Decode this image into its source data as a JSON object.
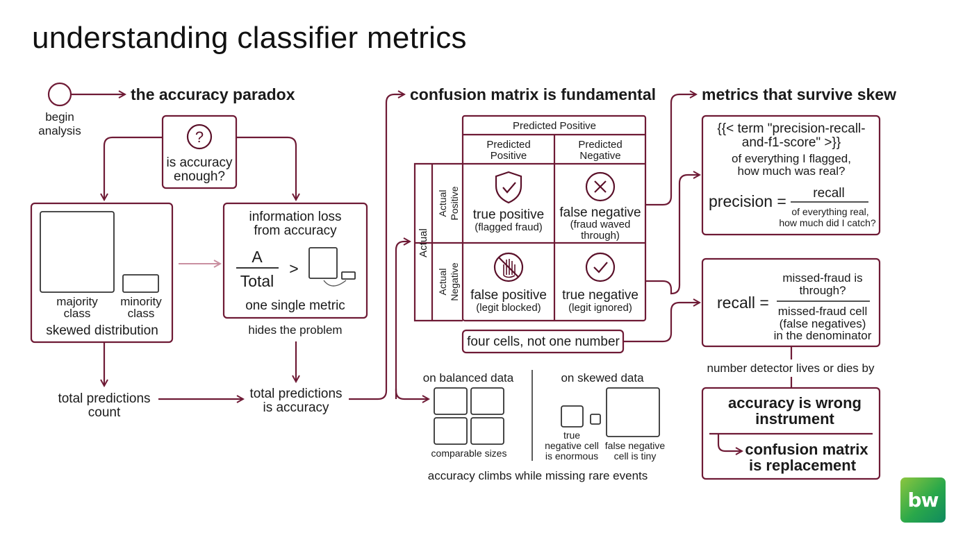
{
  "title": "understanding classifier metrics",
  "colors": {
    "accent": "#6e1a35",
    "arrow_light": "#c98fa0",
    "logo_green": "#2aa84a"
  },
  "logo": {
    "text": "bw"
  },
  "start": {
    "label_line1": "begin",
    "label_line2": "analysis"
  },
  "sections": {
    "paradox": "the accuracy paradox",
    "confusion": "confusion matrix is fundamental",
    "survive": "metrics that survive skew"
  },
  "decision": {
    "icon": "question-icon",
    "line1": "is accuracy",
    "line2": "enough?"
  },
  "skew_box": {
    "majority_line1": "majority",
    "majority_line2": "class",
    "minority_line1": "minority",
    "minority_line2": "class",
    "caption": "skewed distribution"
  },
  "info_box": {
    "title_line1": "information loss",
    "title_line2": "from accuracy",
    "numerator": "A",
    "denominator": "Total",
    "gt": ">",
    "caption": "one single metric",
    "below": "hides the problem"
  },
  "flow": {
    "total_count_line1": "total predictions",
    "total_count_line2": "count",
    "total_acc_line1": "total predictions",
    "total_acc_line2": "is accuracy"
  },
  "matrix": {
    "top_header": "Predicted Positive",
    "col1_line1": "Predicted",
    "col1_line2": "Positive",
    "col2_line1": "Predicted",
    "col2_line2": "Negative",
    "actual": "Actual",
    "row1_line1": "Actual",
    "row1_line2": "Positive",
    "row2_line1": "Actual",
    "row2_line2": "Negative",
    "cells": [
      {
        "icon": "shield-check-icon",
        "label": "true positive",
        "sub1": "(flagged fraud)",
        "sub2": ""
      },
      {
        "icon": "x-circle-icon",
        "label": "false negative",
        "sub1": "(fraud waved",
        "sub2": "through)"
      },
      {
        "icon": "blocked-hand-icon",
        "label": "false positive",
        "sub1": "(legit blocked)",
        "sub2": ""
      },
      {
        "icon": "check-circle-icon",
        "label": "true negative",
        "sub1": "(legit ignored)",
        "sub2": ""
      }
    ],
    "summary": "four cells, not one number"
  },
  "comparison": {
    "balanced_label": "on balanced data",
    "balanced_caption": "comparable sizes",
    "skewed_label": "on skewed data",
    "tn_line1": "true",
    "tn_line2": "negative cell",
    "tn_line3": "is enormous",
    "fn_line1": "false negative",
    "fn_line2": "cell is tiny",
    "footer": "accuracy climbs while missing rare events"
  },
  "precision_box": {
    "term_line1": "{{< term \"precision-recall-",
    "term_line2": "and-f1-score\" >}}",
    "q_line1": "of everything I flagged,",
    "q_line2": "how much was real?",
    "lhs": "precision =",
    "numerator": "recall",
    "den_line1": "of everything real,",
    "den_line2": "how much did I catch?"
  },
  "recall_box": {
    "lhs": "recall =",
    "num_line1": "missed-fraud is",
    "num_line2": "through?",
    "den_line1": "missed-fraud cell",
    "den_line2": "(false negatives)",
    "den_line3": "in the denominator",
    "below": "number detector lives or dies by"
  },
  "conclusion": {
    "line1": "accuracy is wrong",
    "line2": "instrument",
    "line3": "confusion matrix",
    "line4": "is replacement"
  }
}
